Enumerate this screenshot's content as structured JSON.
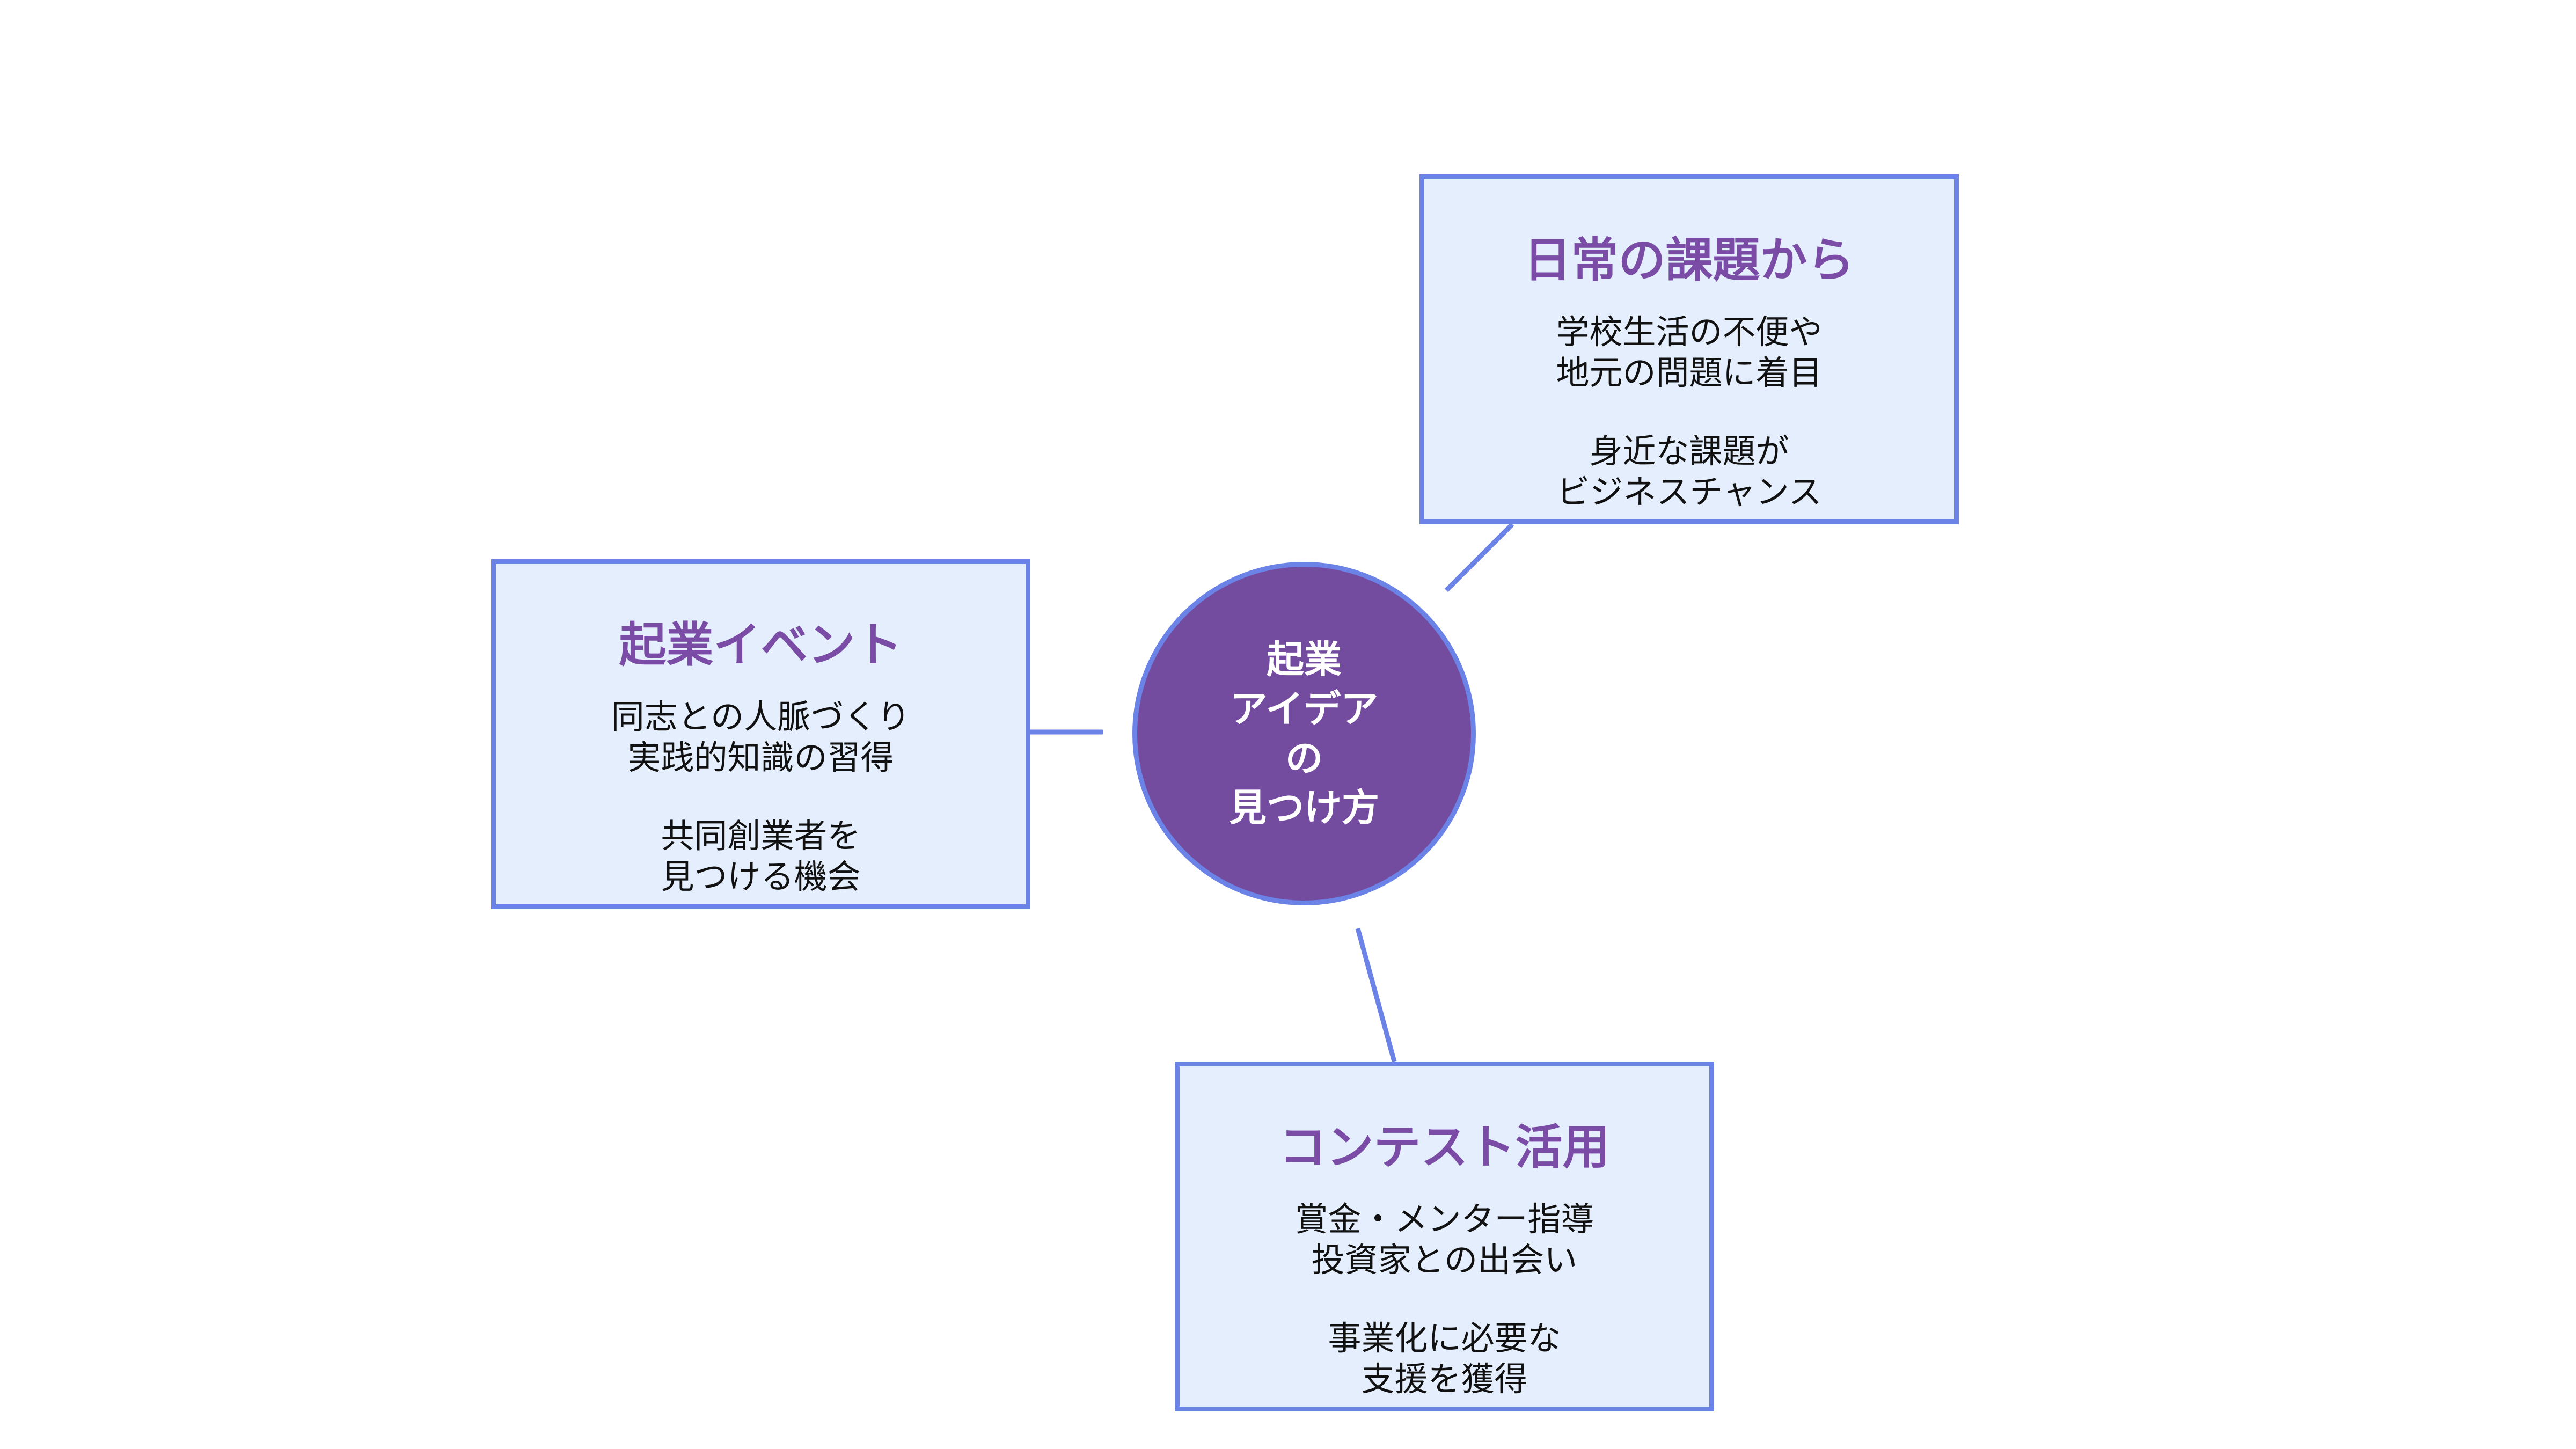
{
  "center": {
    "lines": [
      "起業",
      "アイデア",
      "の",
      "見つけ方"
    ]
  },
  "nodes": {
    "daily": {
      "title": "日常の課題から",
      "group1": [
        "学校生活の不便や",
        "地元の問題に着目"
      ],
      "group2": [
        "身近な課題が",
        "ビジネスチャンス"
      ]
    },
    "event": {
      "title": "起業イベント",
      "group1": [
        "同志との人脈づくり",
        "実践的知識の習得"
      ],
      "group2": [
        "共同創業者を",
        "見つける機会"
      ]
    },
    "contest": {
      "title": "コンテスト活用",
      "group1": [
        "賞金・メンター指導",
        "投資家との出会い"
      ],
      "group2": [
        "事業化に必要な",
        "支援を獲得"
      ]
    }
  },
  "colors": {
    "accent_border": "#6b82e6",
    "node_fill": "#e4eefc",
    "title_purple": "#7a4ca5",
    "center_fill": "#744c9f"
  }
}
